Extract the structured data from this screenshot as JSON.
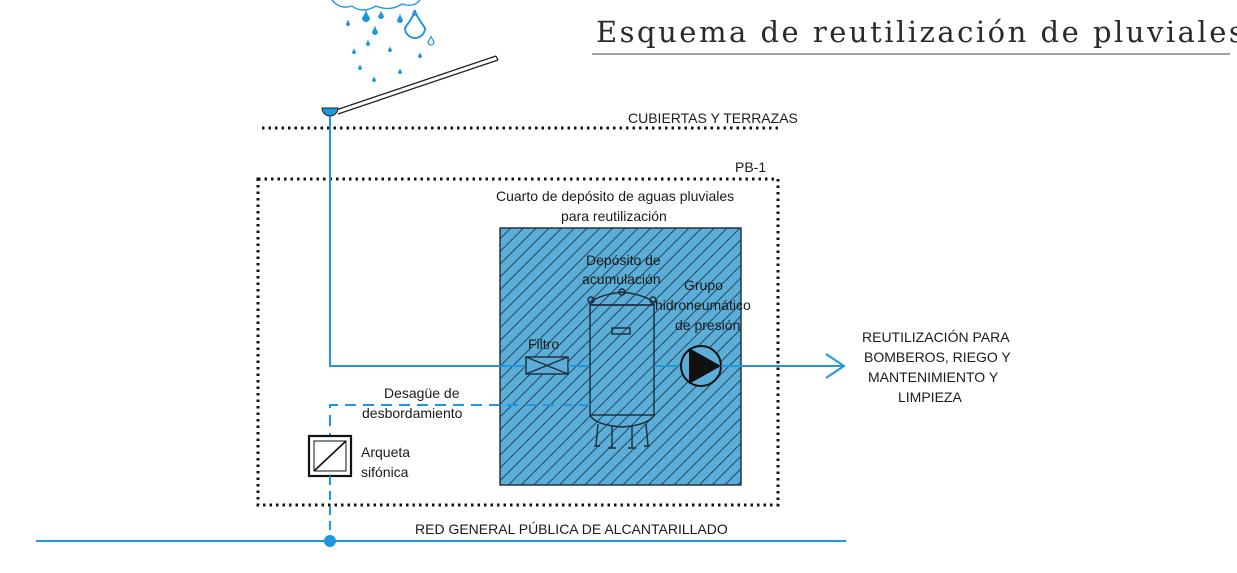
{
  "title": "Esquema de reutilización de pluviales",
  "labels": {
    "cubiertas": "CUBIERTAS Y TERRAZAS",
    "pb1": "PB-1",
    "cuarto_line1": "Cuarto de depósito de aguas pluviales",
    "cuarto_line2": "para reutilización",
    "deposito_line1": "Depósito de",
    "deposito_line2": "acumulación",
    "grupo_line1": "Grupo",
    "grupo_line2": "hidroneumático",
    "grupo_line3": "de presión",
    "filtro": "Filtro",
    "desague_line1": "Desagüe de",
    "desague_line2": "desbordamiento",
    "arqueta_line1": "Arqueta",
    "arqueta_line2": "sifónica",
    "reutilizacion_line1": "REUTILIZACIÓN PARA",
    "reutilizacion_line2": "BOMBEROS, RIEGO Y",
    "reutilizacion_line3": "MANTENIMIENTO Y",
    "reutilizacion_line4": "LIMPIEZA",
    "red_general": "RED GENERAL PÚBLICA DE ALCANTARILLADO"
  },
  "colors": {
    "water_blue": "#1f97e0",
    "room_fill": "#5aaed8",
    "hatch": "#1c2a3a",
    "ink": "#1a1a1a"
  },
  "icons": [
    "rain-cloud-icon",
    "gutter-icon",
    "filter-icon",
    "pump-icon",
    "siphon-trap-icon",
    "junction-node-icon",
    "tank-icon"
  ]
}
